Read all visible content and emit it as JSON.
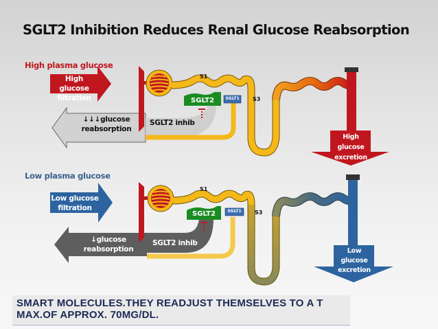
{
  "title": "SGLT2 Inhibition Reduces Renal Glucose Reabsorption",
  "colors": {
    "high_red": "#c0171f",
    "low_blue": "#2d64a0",
    "tubule_yellow": "#f4b819",
    "sglt2_green": "#1c8c22",
    "sglt1_blue": "#3a6fb0",
    "gray_light": "#cfcfcf",
    "gray_dark": "#5e5e5e",
    "footer_text": "#1c2a55"
  },
  "panels": [
    {
      "id": "high",
      "section_label": "High plasma glucose",
      "filtration_label_line1": "High glucose",
      "filtration_label_line2": "filtration",
      "reabsorption_arrows": "↓↓↓",
      "reabsorption_line1": "glucose",
      "reabsorption_line2": "reabsorption",
      "inhibitor_label": "SGLT2 inhib",
      "segment_s1": "S1",
      "segment_s3": "S3",
      "sglt2_label": "SGLT2",
      "sglt1_label": "SGLT1",
      "excretion_line1": "High",
      "excretion_line2": "glucose",
      "excretion_line3": "excretion"
    },
    {
      "id": "low",
      "section_label": "Low plasma glucose",
      "filtration_label_line1": "Low glucose",
      "filtration_label_line2": "filtration",
      "reabsorption_arrows": "↓",
      "reabsorption_line1": "glucose",
      "reabsorption_line2": "reabsorption",
      "inhibitor_label": "SGLT2 inhib",
      "segment_s1": "S1",
      "segment_s3": "S3",
      "sglt2_label": "SGLT2",
      "sglt1_label": "SGLT1",
      "excretion_line1": "Low",
      "excretion_line2": "glucose",
      "excretion_line3": "excretion"
    }
  ],
  "footer": {
    "line1": "SMART MOLECULES.THEY READJUST THEMSELVES TO A T",
    "line2": "MAX.OF APPROX. 70MG/DL."
  }
}
